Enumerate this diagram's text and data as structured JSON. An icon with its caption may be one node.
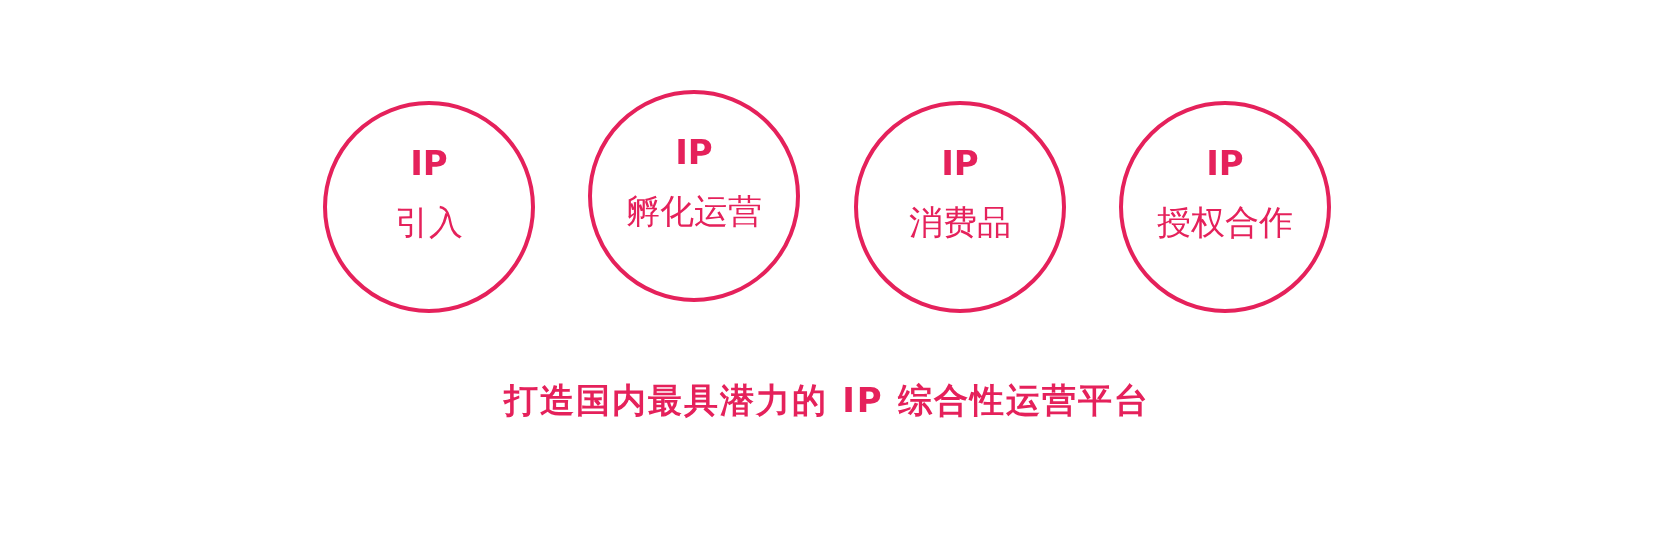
{
  "diagram": {
    "caption": "打造国内最具潜力的 IP 综合性运营平台",
    "nodes": [
      {
        "text": [
          "IP",
          "引入"
        ]
      },
      {
        "text": [
          "IP",
          "孵化运营"
        ]
      },
      {
        "text": [
          "IP",
          "消费品"
        ]
      },
      {
        "text": [
          "IP",
          "授权合作"
        ]
      }
    ]
  }
}
